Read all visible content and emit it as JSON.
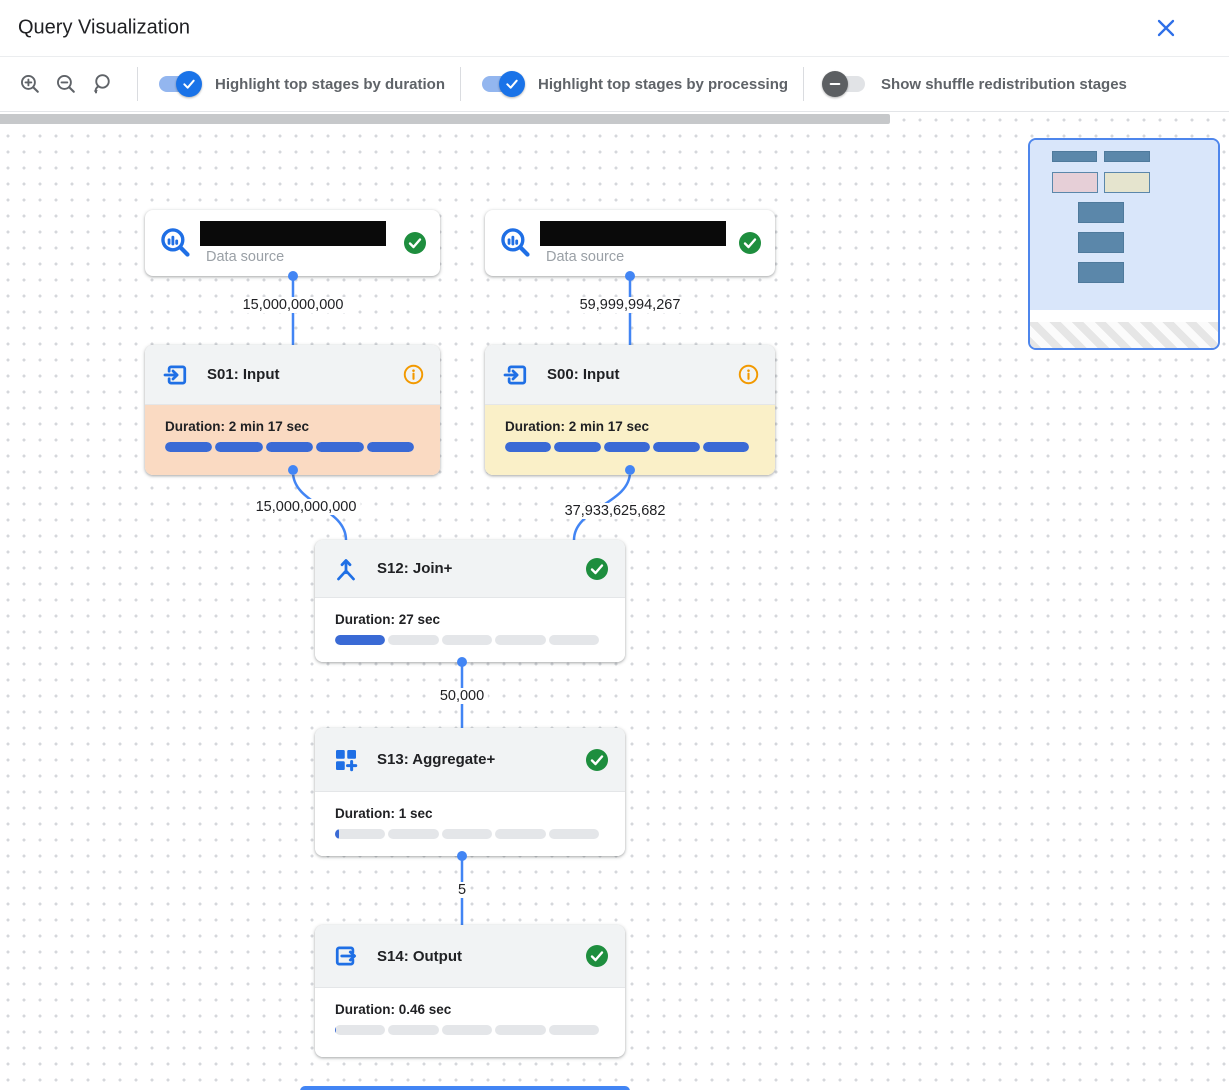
{
  "header": {
    "title": "Query Visualization"
  },
  "toolbar": {
    "zoom_in_icon": "zoom-in",
    "zoom_out_icon": "zoom-out",
    "zoom_reset_icon": "zoom-reset",
    "toggles": [
      {
        "label": "Highlight top stages by duration",
        "on": true
      },
      {
        "label": "Highlight top stages by processing",
        "on": true
      },
      {
        "label": "Show shuffle redistribution stages",
        "on": false
      }
    ]
  },
  "graph": {
    "data_sources": [
      {
        "name_redacted": true,
        "type_label": "Data source",
        "status": "completed",
        "rows_out": "15,000,000,000"
      },
      {
        "name_redacted": true,
        "type_label": "Data source",
        "status": "completed",
        "rows_out": "59,999,994,267"
      }
    ],
    "stages": [
      {
        "title": "S01: Input",
        "duration_label": "Duration: 2 min 17 sec",
        "progress_pct": 100,
        "highlight": "duration",
        "status": "info",
        "rows_out": "15,000,000,000"
      },
      {
        "title": "S00: Input",
        "duration_label": "Duration: 2 min 17 sec",
        "progress_pct": 100,
        "highlight": "processing",
        "status": "info",
        "rows_out": "37,933,625,682"
      },
      {
        "title": "S12: Join+",
        "duration_label": "Duration: 27 sec",
        "progress_pct": 20,
        "highlight": null,
        "status": "completed",
        "rows_out": "50,000"
      },
      {
        "title": "S13: Aggregate+",
        "duration_label": "Duration: 1 sec",
        "progress_pct": 1.5,
        "highlight": null,
        "status": "completed",
        "rows_out": "5"
      },
      {
        "title": "S14: Output",
        "duration_label": "Duration: 0.46 sec",
        "progress_pct": 0.5,
        "highlight": null,
        "status": "completed"
      }
    ]
  },
  "colors": {
    "accent_blue": "#1a73e8",
    "edge_blue": "#4285f4",
    "progress_blue": "#3a6ad5",
    "success_green": "#1e8e3e",
    "info_orange": "#f29900",
    "duration_highlight": "#fadac2",
    "processing_highlight": "#faf0c8"
  }
}
